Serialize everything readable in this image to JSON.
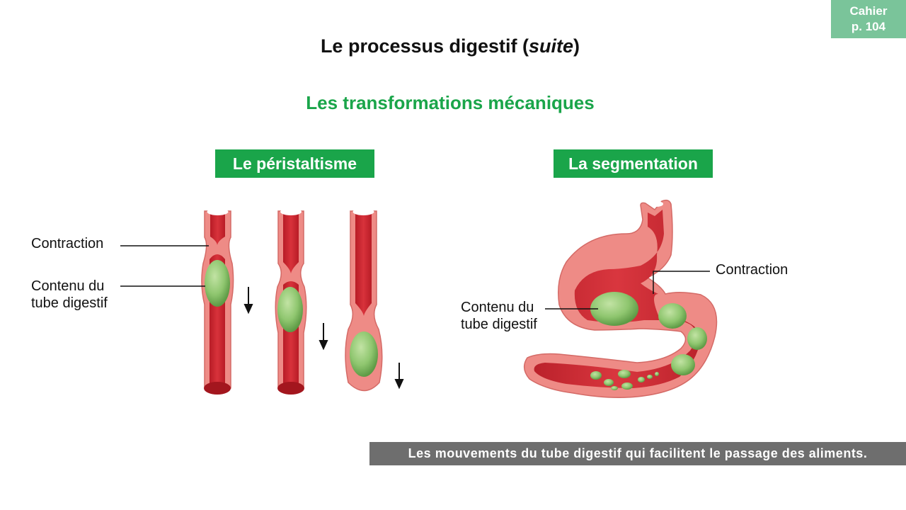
{
  "badge": {
    "line1": "Cahier",
    "line2": "p. 104"
  },
  "title": {
    "main": "Le processus digestif (",
    "italic": "suite",
    "end": ")"
  },
  "subtitle": "Les transformations mécaniques",
  "peristaltisme": {
    "header": "Le péristaltisme",
    "label_contraction": "Contraction",
    "label_contenu_1": "Contenu du",
    "label_contenu_2": "tube digestif"
  },
  "segmentation": {
    "header": "La segmentation",
    "label_contraction": "Contraction",
    "label_contenu_1": "Contenu du",
    "label_contenu_2": "tube digestif"
  },
  "caption": "Les mouvements du tube digestif qui facilitent le passage des aliments.",
  "colors": {
    "green": "#1aa54a",
    "tube_wall": "#ee8b86",
    "tube_inner": "#c8212b",
    "bolus": "#8fc66f",
    "badge": "#7ac49a",
    "caption_bg": "#6e6e6e"
  }
}
